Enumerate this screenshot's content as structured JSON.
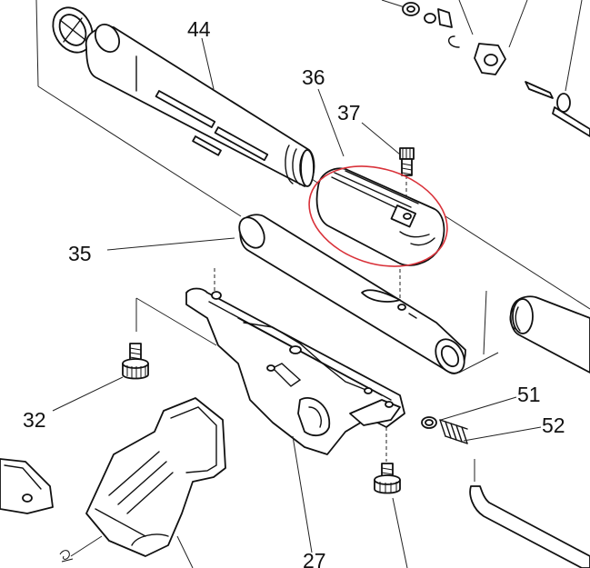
{
  "callouts": [
    {
      "id": "44",
      "text": "44"
    },
    {
      "id": "36",
      "text": "36"
    },
    {
      "id": "37",
      "text": "37"
    },
    {
      "id": "35",
      "text": "35"
    },
    {
      "id": "32",
      "text": "32"
    },
    {
      "id": "51",
      "text": "51"
    },
    {
      "id": "52",
      "text": "52"
    },
    {
      "id": "27",
      "text": "27"
    }
  ],
  "highlight": {
    "part": "36",
    "color": "#d9323a"
  }
}
